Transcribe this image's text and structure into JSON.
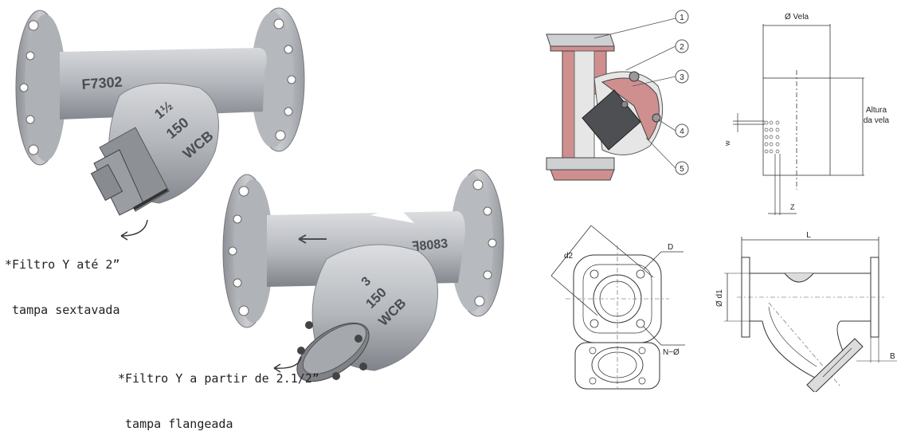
{
  "photo_small": {
    "body_marking": "F7302",
    "size_marking": "1½",
    "class_marking": "150",
    "material_marking": "WCB",
    "caption_line1": "*Filtro Y até 2”",
    "caption_line2": " tampa sextavada"
  },
  "photo_large": {
    "body_marking": "ꟻ8083",
    "size_marking": "3",
    "class_marking": "150",
    "material_marking": "WCB",
    "caption_line1": "*Filtro Y a partir de 2.1/2”",
    "caption_line2": " tampa flangeada"
  },
  "cutaway": {
    "callouts": [
      "1",
      "2",
      "3",
      "4",
      "5"
    ]
  },
  "element_detail": {
    "diameter_label": "Ø Vela",
    "height_label_line1": "Altura",
    "height_label_line2": "da vela",
    "w_label": "w",
    "z_label": "Z"
  },
  "flange_view": {
    "d2_label": "d2",
    "D_label": "D",
    "holes_label": "N−Ø"
  },
  "side_view": {
    "L_label": "L",
    "d1_label": "Ø d1",
    "B_label": "B"
  },
  "colors": {
    "metal": "#b9bcc1",
    "metal_dark": "#6f737a",
    "cutaway_face": "#cf8f8f",
    "line": "#222222"
  }
}
